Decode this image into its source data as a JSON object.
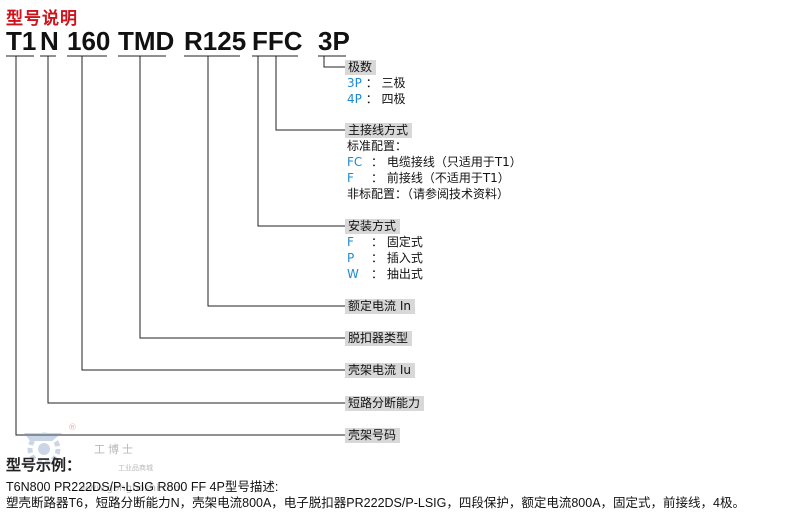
{
  "title": "型号说明",
  "code_parts": [
    "T1",
    "N",
    "160",
    "TMD",
    "R125",
    "FFC",
    "3P"
  ],
  "poles": {
    "label": "极数",
    "options": [
      {
        "code": "3P",
        "sep": "：",
        "desc": "三极"
      },
      {
        "code": "4P",
        "sep": "：",
        "desc": "四极"
      }
    ]
  },
  "terminal": {
    "label": "主接线方式",
    "standard_label": "标准配置：",
    "options": [
      {
        "code": "FC",
        "sep": "：",
        "desc": "电缆接线（只适用于T1）"
      },
      {
        "code": "F",
        "sep": "：",
        "desc": "前接线（不适用于T1）"
      }
    ],
    "nonstandard": "非标配置：（请参阅技术资料）"
  },
  "mounting": {
    "label": "安装方式",
    "options": [
      {
        "code": "F",
        "sep": "：",
        "desc": "固定式"
      },
      {
        "code": "P",
        "sep": "：",
        "desc": "插入式"
      },
      {
        "code": "W",
        "sep": "：",
        "desc": "抽出式"
      }
    ]
  },
  "rated_current": "额定电流 In",
  "release_type": "脱扣器类型",
  "frame_current": "壳架电流 Iu",
  "breaking_capacity": "短路分断能力",
  "frame_code": "壳架号码",
  "example": {
    "title": "型号示例：",
    "line1": "T6N800 PR222DS/P-LSIG R800 FF 4P型号描述:",
    "line2": "塑壳断路器T6，短路分断能力N，壳架电流800A，电子脱扣器PR222DS/P-LSIG，四段保护，额定电流800A，固定式，前接线，4极。"
  },
  "watermark": {
    "brand": "工博士",
    "sub": "工业品商城",
    "url": "www.gongboshi.com",
    "mark": "®"
  },
  "colors": {
    "title": "#d0121b",
    "accent": "#1a8ad6",
    "label_bg": "#d8d8d8"
  }
}
